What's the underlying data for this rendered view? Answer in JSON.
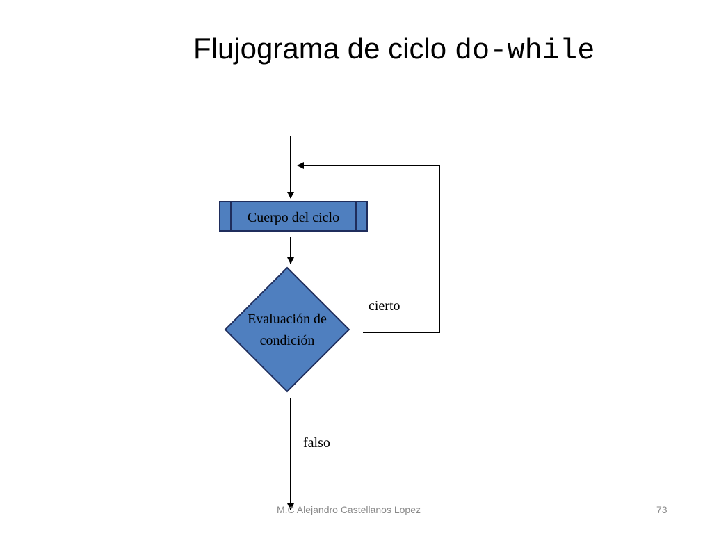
{
  "slide": {
    "title_text": "Flujograma de ciclo ",
    "title_code": "do-while",
    "author": "M.C Alejandro Castellanos Lopez",
    "page_number": "73"
  },
  "diagram": {
    "process_label": "Cuerpo del ciclo",
    "decision_label_line1": "Evaluación de",
    "decision_label_line2": "condición",
    "true_label": "cierto",
    "false_label": "falso",
    "colors": {
      "shape_fill": "#4f7fbf",
      "shape_stroke": "#1f2d5c",
      "line": "#000000"
    }
  }
}
